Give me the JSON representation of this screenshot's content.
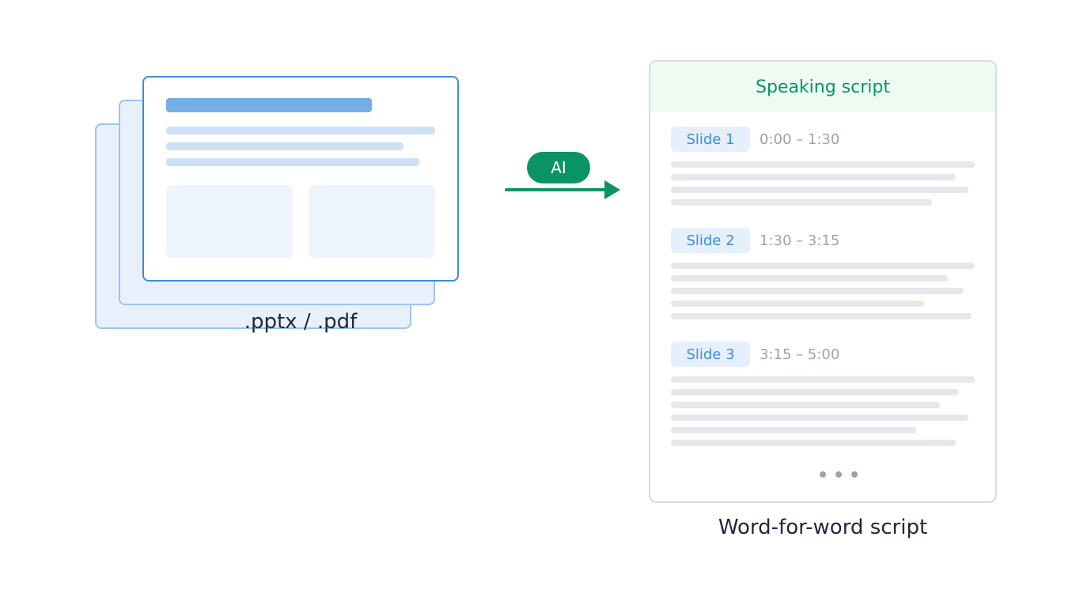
{
  "input": {
    "label": ".pptx / .pdf"
  },
  "transform": {
    "label": "AI"
  },
  "output": {
    "header": "Speaking script",
    "caption": "Word-for-word script",
    "sections": [
      {
        "slide": "Slide 1",
        "time": "0:00 – 1:30"
      },
      {
        "slide": "Slide 2",
        "time": "1:30 – 3:15"
      },
      {
        "slide": "Slide 3",
        "time": "3:15 – 5:00"
      }
    ]
  },
  "colors": {
    "accent_green": "#0a9466",
    "accent_blue": "#3b8ee0"
  }
}
